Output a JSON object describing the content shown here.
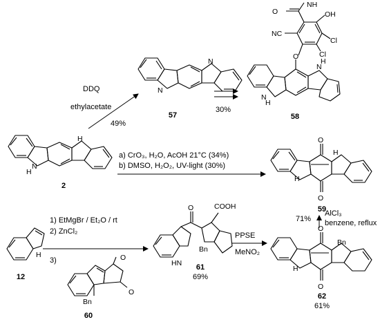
{
  "compounds": {
    "c57": "57",
    "c58": "58",
    "c2": "2",
    "c59": "59",
    "c12": "12",
    "c61": "61",
    "c61_yield": "69%",
    "c62": "62",
    "c62_yield": "61%",
    "c60": "60"
  },
  "reactions": {
    "ddq": {
      "reagent": "DDQ",
      "solvent": "ethylacetate",
      "yield": "49%"
    },
    "to58": {
      "yield": "30%"
    },
    "oxidation": {
      "line_a": "a) CrO₃, H₂O, AcOH 21°C (34%)",
      "line_b": "b) DMSO, H₂O₂, UV-light  (30%)"
    },
    "grignard": {
      "step1": "1) EtMgBr / Et₂O / rt",
      "step2": "2) ZnCl₂",
      "step3": "3)"
    },
    "ppse": {
      "reagent": "PPSE",
      "solvent": "MeNO₂"
    },
    "alcl3": {
      "reagent": "AlCl₃",
      "conditions": "benzene, reflux",
      "yield": "71%"
    }
  },
  "atoms": {
    "nh": "NH",
    "hn": "HN",
    "n": "N",
    "h": "H",
    "bn": "Bn",
    "o": "O",
    "oh": "OH",
    "cl": "Cl",
    "nc": "NC",
    "cooh": "COOH"
  }
}
